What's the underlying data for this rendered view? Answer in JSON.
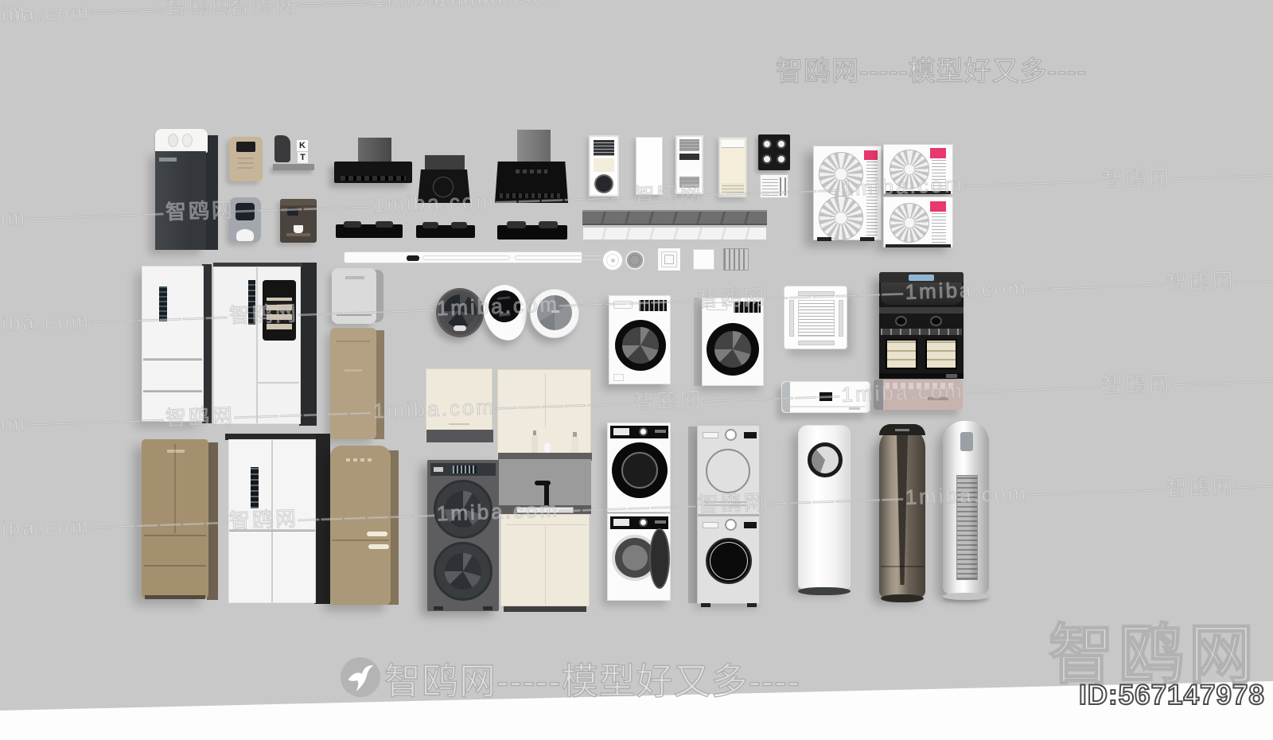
{
  "canvas": {
    "background": "#c8c8c8",
    "paper_white": "#fdfdfd",
    "accent_pink": "#e8386d"
  },
  "watermarks": {
    "tiled_text": "1miba.com——————智鸥网——————1miba.com——————智鸥网——————1miba.com——————智鸥网——————1miba.com",
    "banner_text": "智鸥网-----模型好又多----",
    "brand": "智鸥网",
    "id_label": "ID:567147978",
    "bird_icon": "seagull-icon"
  },
  "labels": {
    "k": "K",
    "t": "T"
  },
  "items": [
    "floor-water-dispenser",
    "wall-water-purifier-beige",
    "coffee-machine-shelf",
    "wall-water-heater-gray",
    "wall-dispenser-dark",
    "range-hood-t-shape",
    "range-hood-angled-small",
    "range-hood-angled-large",
    "gas-cooktop-a",
    "gas-cooktop-b",
    "gas-cooktop-c",
    "gas-hob-4-burner",
    "bath-heater-panel-1",
    "bath-heater-panel-2",
    "bath-heater-panel-3",
    "bath-heater-panel-4",
    "ac-grille-panel",
    "linear-diffuser-dark",
    "linear-diffuser-light",
    "strip-light",
    "ceiling-light-round",
    "ceiling-vent-round",
    "square-diffuser",
    "square-panel",
    "ceiling-grille",
    "ac-outdoor-unit-double-fan",
    "ac-outdoor-unit-single-top",
    "ac-outdoor-unit-single-bottom",
    "fridge-french-door-white",
    "fridge-side-by-side-white",
    "mini-fridge-gray",
    "fridge-tan",
    "mini-washer-round-dark",
    "mini-washer-teardrop",
    "mini-washer-round-white",
    "washing-machine-front-load-1",
    "washing-machine-front-load-2",
    "ac-ceiling-cassette",
    "integrated-stove-black",
    "ac-wall-split-white",
    "ac-wall-split-rosegold",
    "fridge-french-door-tan",
    "fridge-cross-door-white",
    "fridge-retro-tan",
    "laundry-upper-cabinet-left",
    "laundry-upper-cabinet-right",
    "washer-dryer-stack-dark",
    "sink-base-cabinet",
    "washer-stack-white",
    "washer-stack-gray",
    "ac-floor-standing-white",
    "ac-floor-standing-bronze",
    "ac-floor-standing-silver"
  ]
}
